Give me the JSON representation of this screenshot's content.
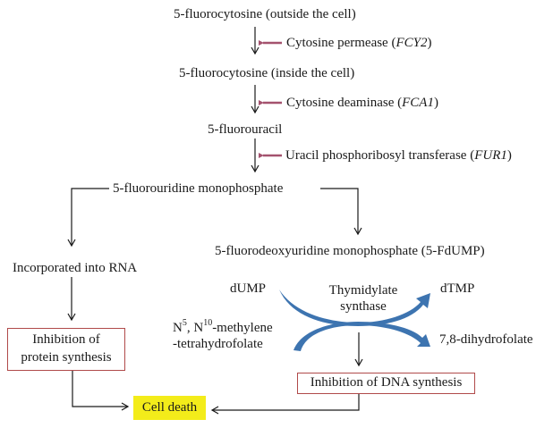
{
  "diagram": {
    "steps": {
      "fc_outside": "5-fluorocytosine (outside the cell)",
      "fc_inside": "5-fluorocytosine (inside the cell)",
      "fu": "5-fluorouracil",
      "fump": "5-fluorouridine monophosphate",
      "fdump": "5-fluorodeoxyuridine monophosphate (5-FdUMP)",
      "rna": "Incorporated into RNA"
    },
    "enzymes": [
      {
        "name": "Cytosine permease",
        "gene": "FCY2"
      },
      {
        "name": "Cytosine deaminase",
        "gene": "FCA1"
      },
      {
        "name": "Uracil phosphoribosyl transferase",
        "gene": "FUR1"
      }
    ],
    "thymidylate": {
      "substrate": "dUMP",
      "product": "dTMP",
      "enzyme_line1": "Thymidylate",
      "enzyme_line2": "synthase",
      "cofactor_n": "N",
      "cofactor_sup1": "5",
      "cofactor_mid": ", N",
      "cofactor_sup2": "10",
      "cofactor_rest": "-methylene",
      "cofactor_line2": "-tetrahydrofolate",
      "cofactor_product": "7,8-dihydrofolate"
    },
    "outcomes": {
      "protein_line1": "Inhibition of",
      "protein_line2": "protein synthesis",
      "dna": "Inhibition of DNA synthesis",
      "death": "Cell death"
    },
    "colors": {
      "enzyme_arrow": "#a4526e",
      "curved_arrow": "#3d74b0",
      "box_border": "#b04a4a",
      "highlight": "#f3ec1a"
    }
  }
}
